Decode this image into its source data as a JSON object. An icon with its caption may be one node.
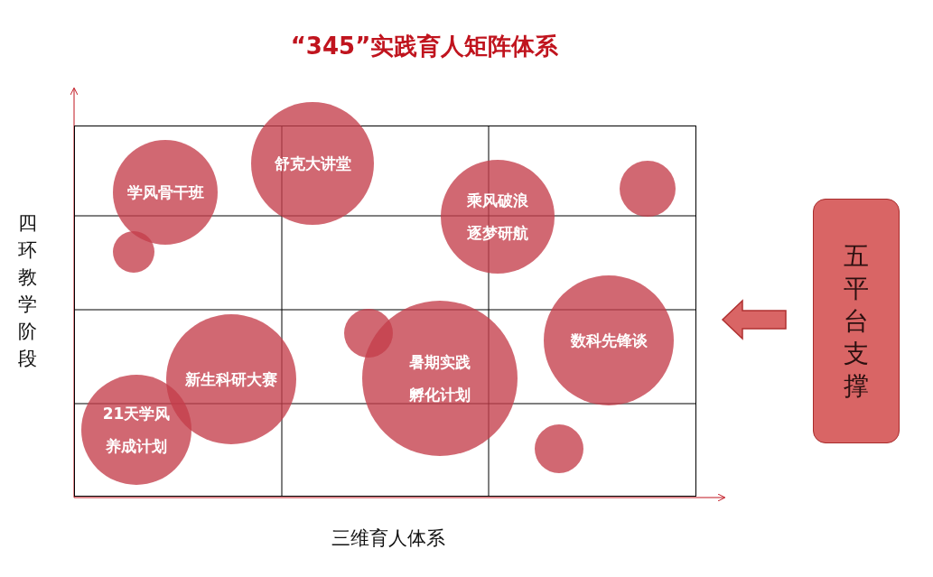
{
  "diagram": {
    "title": "“345”实践育人矩阵体系",
    "nodes": [
      {
        "text": [],
        "shape": "box"
      },
      {
        "text": [
          "学风骨干班"
        ],
        "in": 0
      },
      {
        "text": [
          "舒克大讲堂"
        ]
      },
      {
        "text": [
          "乘风破浪逐梦研航"
        ],
        "in": 0
      },
      {
        "text": [],
        "shape": "circle",
        "in": 0
      },
      {
        "text": [],
        "shape": "circle",
        "in": 0
      },
      {
        "text": [
          "数科先锋谈"
        ],
        "in": 0
      },
      {
        "text": [],
        "shape": "circle",
        "in": 0
      },
      {
        "text": [
          "暑期实践孵化计划"
        ],
        "in": 0
      },
      {
        "text": [
          "新生科研大赛"
        ],
        "in": 0
      },
      {
        "text": [
          "21天学风养成计划"
        ],
        "in": 0
      },
      {
        "text": [],
        "shape": "circle",
        "in": 0
      },
      {
        "text": [
          "五平台支撑"
        ]
      }
    ],
    "edges": [
      {
        "from": 12,
        "to": 0,
        "arrow": "to"
      }
    ],
    "labels": [
      "四环教学阶段",
      "三维育人体系"
    ]
  }
}
